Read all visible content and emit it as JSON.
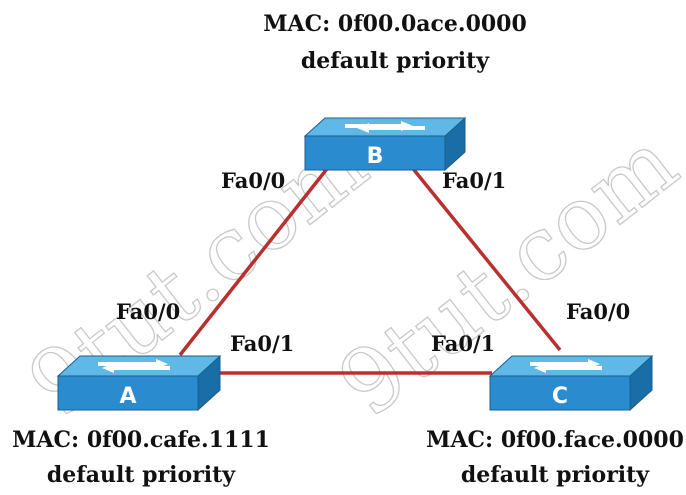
{
  "watermark": "9tut.com",
  "switches": {
    "a": {
      "letter": "A",
      "mac": "MAC: 0f00.cafe.1111",
      "priority": "default priority"
    },
    "b": {
      "letter": "B",
      "mac": "MAC: 0f00.0ace.0000",
      "priority": "default priority"
    },
    "c": {
      "letter": "C",
      "mac": "MAC: 0f00.face.0000",
      "priority": "default priority"
    }
  },
  "ports": {
    "b_left": "Fa0/0",
    "b_right": "Fa0/1",
    "a_up": "Fa0/0",
    "a_right": "Fa0/1",
    "c_left": "Fa0/1",
    "c_up": "Fa0/0"
  },
  "colors": {
    "link": "#b8312f",
    "switch_top": "#5fb8e6",
    "switch_front": "#2a8ccf",
    "switch_side": "#1a6ea8"
  }
}
